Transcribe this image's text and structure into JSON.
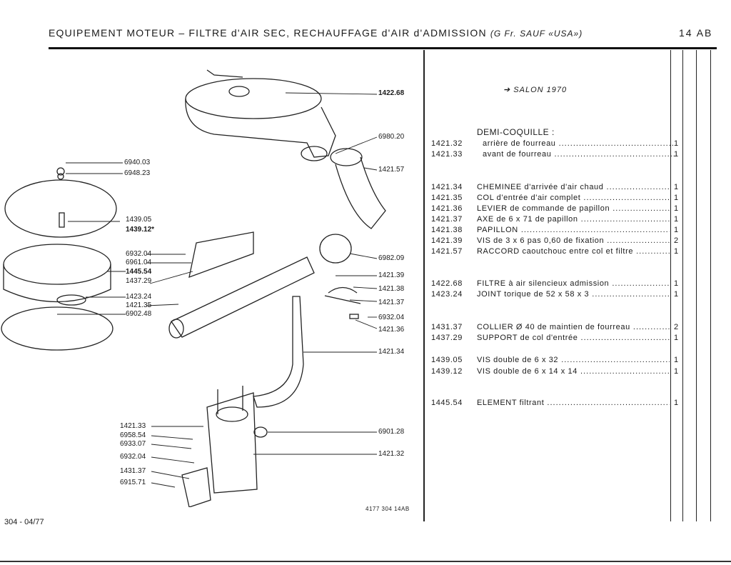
{
  "header": {
    "title": "EQUIPEMENT MOTEUR – FILTRE d'AIR SEC, RECHAUFFAGE d'AIR d'ADMISSION",
    "subtitle": "(G Fr. SAUF «USA»)",
    "page_code": "14 AB"
  },
  "salon": "SALON 1970",
  "demi_coquille": "DEMI-COQUILLE :",
  "parts": [
    {
      "ref": "1421.32",
      "desc": "arrière de fourreau",
      "qty": "1"
    },
    {
      "ref": "1421.33",
      "desc": "avant de fourreau",
      "qty": "1"
    },
    {
      "ref": "1421.34",
      "desc": "CHEMINEE d'arrivée d'air chaud",
      "qty": "1"
    },
    {
      "ref": "1421.35",
      "desc": "COL d'entrée d'air complet",
      "qty": "1"
    },
    {
      "ref": "1421.36",
      "desc": "LEVIER de commande de papillon",
      "qty": "1"
    },
    {
      "ref": "1421.37",
      "desc": "AXE de 6 x 71 de papillon",
      "qty": "1"
    },
    {
      "ref": "1421.38",
      "desc": "PAPILLON",
      "qty": "1"
    },
    {
      "ref": "1421.39",
      "desc": "VIS de 3 x 6 pas 0,60 de fixation",
      "qty": "2"
    },
    {
      "ref": "1421.57",
      "desc": "RACCORD caoutchouc entre col et filtre",
      "qty": "1"
    },
    {
      "ref": "1422.68",
      "desc": "FILTRE à air silencieux admission",
      "qty": "1"
    },
    {
      "ref": "1423.24",
      "desc": "JOINT torique de 52 x 58 x 3",
      "qty": "1"
    },
    {
      "ref": "1431.37",
      "desc": "COLLIER Ø 40 de maintien de fourreau",
      "qty": "2"
    },
    {
      "ref": "1437.29",
      "desc": "SUPPORT de col d'entrée",
      "qty": "1"
    },
    {
      "ref": "1439.05",
      "desc": "VIS double de 6 x 32",
      "qty": "1"
    },
    {
      "ref": "1439.12",
      "desc": "VIS double de 6 x 14 x 14",
      "qty": "1"
    },
    {
      "ref": "1445.54",
      "desc": "ELEMENT filtrant",
      "qty": "1"
    }
  ],
  "callouts": {
    "c1422_68": "1422.68",
    "c6980_20": "6980.20",
    "c1421_57": "1421.57",
    "c6940_03": "6940.03",
    "c6948_23": "6948.23",
    "c1439_05": "1439.05",
    "c1439_12": "1439.12*",
    "c6932_04a": "6932.04",
    "c6961_04": "6961.04",
    "c1445_54": "1445.54",
    "c1437_29": "1437.29",
    "c1423_24": "1423.24",
    "c1421_35": "1421.35",
    "c6902_48": "6902.48",
    "c6982_09": "6982.09",
    "c1421_39": "1421.39",
    "c1421_38": "1421.38",
    "c1421_37": "1421.37",
    "c6932_04b": "6932.04",
    "c1421_36": "1421.36",
    "c1421_34": "1421.34",
    "c1421_33": "1421.33",
    "c6958_54": "6958.54",
    "c6933_07": "6933.07",
    "c6932_04c": "6932.04",
    "c1431_37": "1431.37",
    "c6915_71": "6915.71",
    "c6901_28": "6901.28",
    "c1421_32": "1421.32"
  },
  "footer": {
    "page_ref": "304 - 04/77",
    "drawing_ref": "4177 304 14AB"
  }
}
